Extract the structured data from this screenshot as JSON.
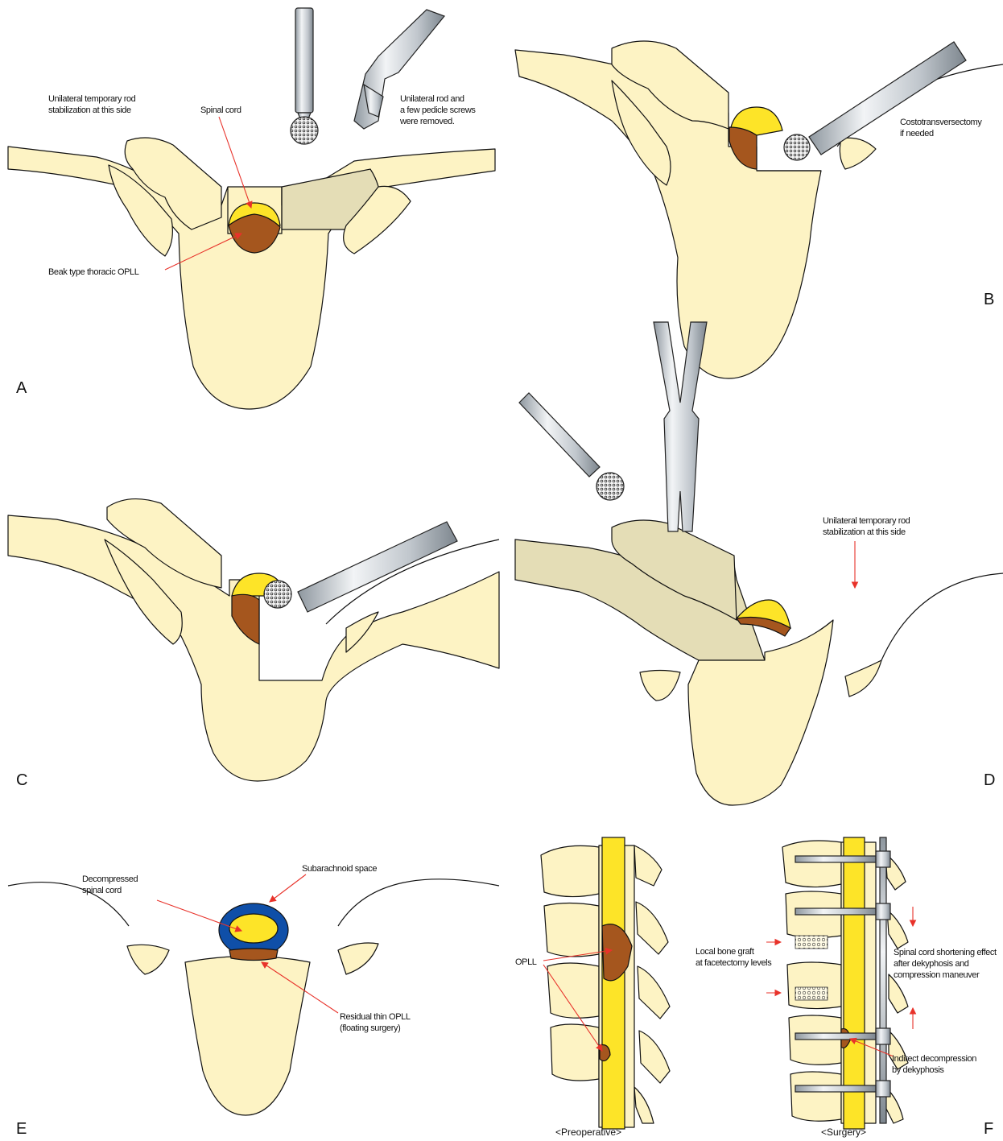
{
  "panels": {
    "A": {
      "letter": "A",
      "label_rod": [
        "Unilateral temporary rod",
        "stabilization at this side"
      ],
      "label_cord": "Spinal cord",
      "label_removed": [
        "Unilateral rod and",
        "a few pedicle screws",
        "were removed."
      ],
      "label_opll": "Beak type thoracic OPLL"
    },
    "B": {
      "letter": "B",
      "label_costo": [
        "Costotransversectomy",
        "if needed"
      ]
    },
    "C": {
      "letter": "C"
    },
    "D": {
      "letter": "D",
      "label_rod": [
        "Unilateral temporary rod",
        "stabilization at this side"
      ]
    },
    "E": {
      "letter": "E",
      "label_decomp": [
        "Decompressed",
        "spinal cord"
      ],
      "label_subarach": "Subarachnoid space",
      "label_residual": [
        "Residual thin OPLL",
        "(floating surgery)"
      ]
    },
    "F": {
      "letter": "F",
      "caption_pre": "<Preoperative>",
      "caption_surgery": "<Surgery>",
      "label_opll": "OPLL",
      "label_graft": [
        "Local bone graft",
        "at facetectomy levels"
      ],
      "label_shortening": [
        "Spinal cord shortening effect",
        "after dekyphosis and",
        "compression maneuver"
      ],
      "label_indirect": [
        "Indirect decompression",
        "by dekyphosis"
      ]
    }
  },
  "colors": {
    "bone": "#fdf3c4",
    "bone_shaded": "#e4ddb6",
    "opll": "#a5561e",
    "spinal_cord": "#fde428",
    "subarachnoid": "#0f4fa8",
    "arrow": "#e8322a",
    "instrument": "#b8c0c8"
  }
}
